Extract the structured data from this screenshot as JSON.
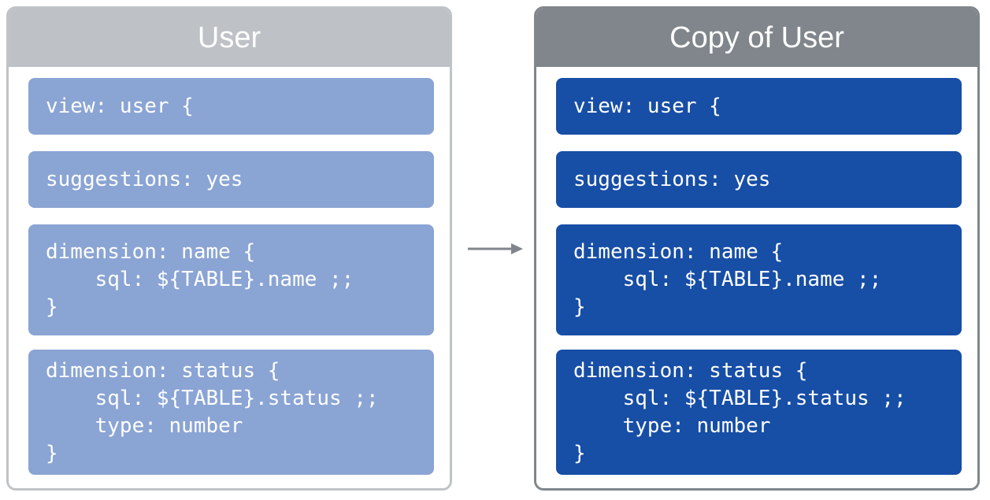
{
  "left_panel": {
    "title": "User",
    "blocks": [
      "view: user {",
      "suggestions: yes",
      "dimension: name {\n    sql: ${TABLE}.name ;;\n}",
      "dimension: status {\n    sql: ${TABLE}.status ;;\n    type: number\n}"
    ]
  },
  "right_panel": {
    "title": "Copy of User",
    "blocks": [
      "view: user {",
      "suggestions: yes",
      "dimension: name {\n    sql: ${TABLE}.name ;;\n}",
      "dimension: status {\n    sql: ${TABLE}.status ;;\n    type: number\n}"
    ]
  },
  "arrow": {
    "icon": "arrow-right-icon",
    "color": "#80868b"
  },
  "colors": {
    "left_header": "#bec1c5",
    "left_block": "#8aa4d4",
    "right_header": "#80868b",
    "right_block": "#174ea6"
  }
}
